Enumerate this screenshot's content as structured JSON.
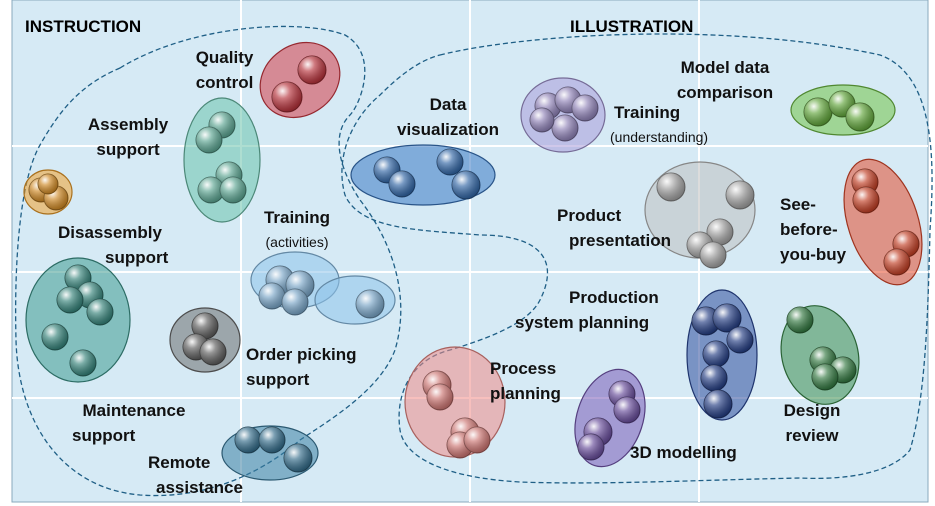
{
  "sections": {
    "instruction": "INSTRUCTION",
    "illustration": "ILLUSTRATION"
  },
  "labels": {
    "quality_control": [
      "Quality",
      "control"
    ],
    "assembly_support": [
      "Assembly",
      "support"
    ],
    "disassembly_support": [
      "Disassembly",
      "support"
    ],
    "training_activities": [
      "Training",
      "activities"
    ],
    "order_picking_support": [
      "Order picking",
      "support"
    ],
    "maintenance_support": [
      "Maintenance",
      "support"
    ],
    "remote_assistance": [
      "Remote",
      "assistance"
    ],
    "data_visualization": [
      "Data",
      "visualization"
    ],
    "training_understanding": [
      "Training",
      "understanding"
    ],
    "model_data_comparison": [
      "Model data",
      "comparison"
    ],
    "product_presentation": [
      "Product",
      "presentation"
    ],
    "see_before_you_buy": [
      "See-",
      "before-",
      "you-buy"
    ],
    "production_system_planning": [
      "Production",
      "system planning"
    ],
    "process_planning": [
      "Process",
      "planning"
    ],
    "modelling_3d": "3D modelling",
    "design_review": [
      "Design",
      "review"
    ]
  },
  "colors": {
    "background": "#d6eaf5",
    "grid": "#ffffff",
    "region_border": "#1f5f86",
    "red": "#d63b45",
    "teal_light": "#6cc2ac",
    "orange": "#f3a12b",
    "teal": "#3f9a8f",
    "grey_dark": "#6e6e6e",
    "light_blue": "#8ec2ea",
    "steel_blue": "#3d7fa2",
    "blue": "#3b78c2",
    "lavender": "#a99ad8",
    "green": "#72c245",
    "grey_light": "#bfbfbf",
    "red_orange": "#e34a2c",
    "navy": "#2d4a9b",
    "dark_green": "#3c8d4c",
    "salmon": "#f08a86",
    "purple": "#7a5ab6"
  }
}
